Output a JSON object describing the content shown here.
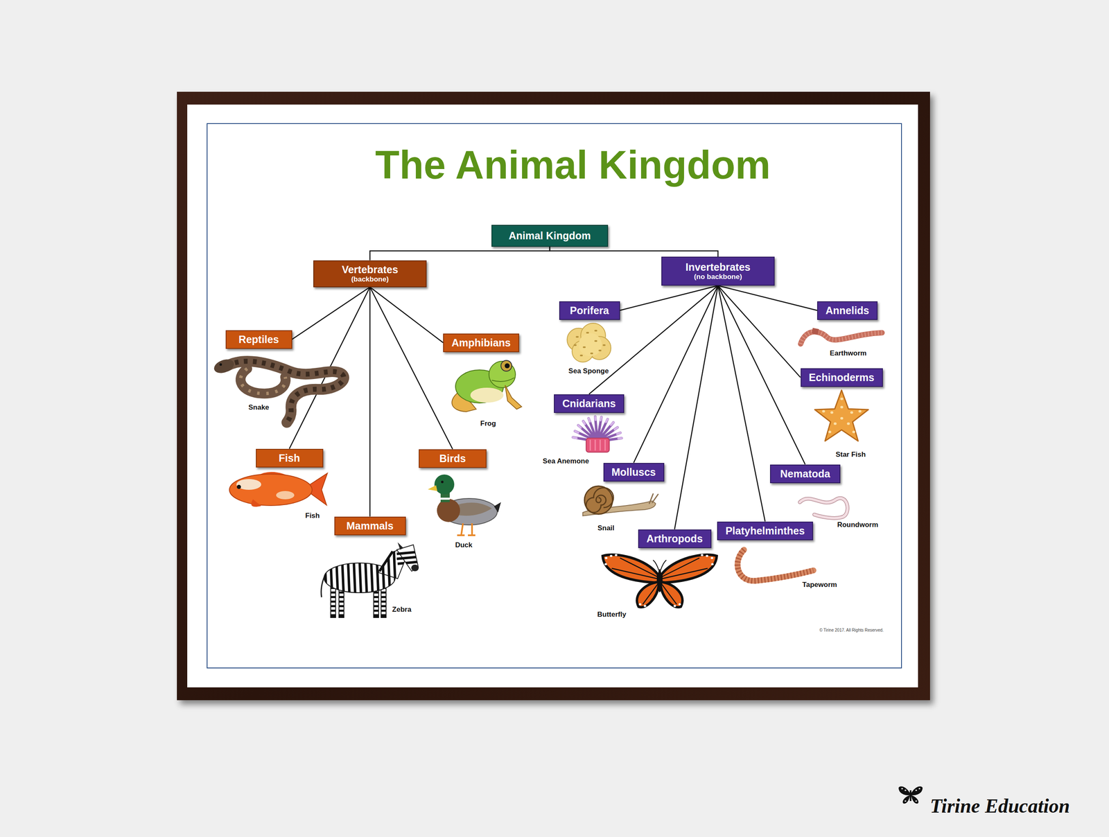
{
  "diagram": {
    "title": "The Animal Kingdom",
    "nodes": [
      {
        "text": [
          "Animal Kingdom"
        ]
      },
      {
        "text": [
          "Vertebrates",
          "(backbone)"
        ]
      },
      {
        "text": [
          "Invertebrates",
          "(no backbone)"
        ]
      },
      {
        "text": [
          "Reptiles"
        ]
      },
      {
        "text": [
          "Amphibians"
        ]
      },
      {
        "text": [
          "Fish"
        ]
      },
      {
        "text": [
          "Birds"
        ]
      },
      {
        "text": [
          "Mammals"
        ]
      },
      {
        "text": [
          "Porifera"
        ]
      },
      {
        "text": [
          "Annelids"
        ]
      },
      {
        "text": [
          "Cnidarians"
        ]
      },
      {
        "text": [
          "Echinoderms"
        ]
      },
      {
        "text": [
          "Molluscs"
        ]
      },
      {
        "text": [
          "Nematoda"
        ]
      },
      {
        "text": [
          "Arthropods"
        ]
      },
      {
        "text": [
          "Platyhelminthes"
        ]
      }
    ],
    "edges": [
      {
        "from": 0,
        "to": 1,
        "arrow": "none"
      },
      {
        "from": 0,
        "to": 2,
        "arrow": "none"
      },
      {
        "from": 1,
        "to": 3,
        "arrow": "none"
      },
      {
        "from": 1,
        "to": 4,
        "arrow": "none"
      },
      {
        "from": 1,
        "to": 5,
        "arrow": "none"
      },
      {
        "from": 1,
        "to": 6,
        "arrow": "none"
      },
      {
        "from": 1,
        "to": 7,
        "arrow": "none"
      },
      {
        "from": 2,
        "to": 8,
        "arrow": "none"
      },
      {
        "from": 2,
        "to": 9,
        "arrow": "none"
      },
      {
        "from": 2,
        "to": 10,
        "arrow": "none"
      },
      {
        "from": 2,
        "to": 11,
        "arrow": "none"
      },
      {
        "from": 2,
        "to": 12,
        "arrow": "none"
      },
      {
        "from": 2,
        "to": 13,
        "arrow": "none"
      },
      {
        "from": 2,
        "to": 14,
        "arrow": "none"
      },
      {
        "from": 2,
        "to": 15,
        "arrow": "none"
      }
    ],
    "labels": [
      "Snake",
      "Frog",
      "Fish",
      "Duck",
      "Zebra",
      "Sea Sponge",
      "Earthworm",
      "Star Fish",
      "Sea Anemone",
      "Snail",
      "Roundworm",
      "Tapeworm",
      "Butterfly",
      "© Tirine 2017. All Rights Reserved.",
      "Tirine Education"
    ]
  }
}
